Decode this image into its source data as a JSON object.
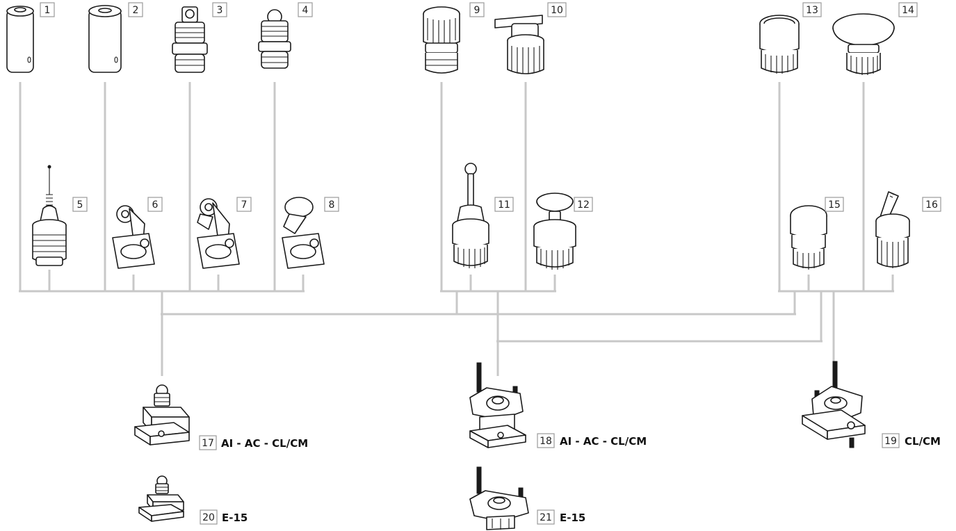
{
  "diagram": {
    "components": [
      {
        "number": "1"
      },
      {
        "number": "2"
      },
      {
        "number": "3"
      },
      {
        "number": "4"
      },
      {
        "number": "5"
      },
      {
        "number": "6"
      },
      {
        "number": "7"
      },
      {
        "number": "8"
      },
      {
        "number": "9"
      },
      {
        "number": "10"
      },
      {
        "number": "11"
      },
      {
        "number": "12"
      },
      {
        "number": "13"
      },
      {
        "number": "14"
      },
      {
        "number": "15"
      },
      {
        "number": "16"
      },
      {
        "number": "17",
        "label": "AI - AC - CL/CM"
      },
      {
        "number": "18",
        "label": "AI - AC - CL/CM"
      },
      {
        "number": "19",
        "label": "CL/CM"
      },
      {
        "number": "20",
        "label": "E-15"
      },
      {
        "number": "21",
        "label": "E-15"
      }
    ]
  }
}
